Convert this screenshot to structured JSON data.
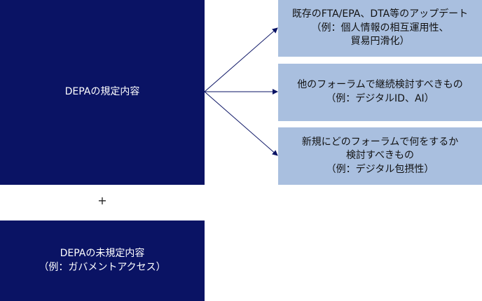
{
  "main_box": {
    "text": "DEPAの規定内容"
  },
  "plus_sign": "+",
  "sub_box": {
    "text": "DEPAの未規定内容\n（例：ガバメントアクセス）"
  },
  "right_boxes": [
    {
      "text": "既存のFTA/EPA、DTA等のアップデート\n（例：個人情報の相互運用性、\n貿易円滑化）"
    },
    {
      "text": "他のフォーラムで継続検討すべきもの\n（例：デジタルID、AI）"
    },
    {
      "text": "新規にどのフォーラムで何をするか\n検討すべきもの\n（例：デジタル包摂性）"
    }
  ],
  "colors": {
    "dark_box": "#0a1364",
    "light_box": "#a9bfdf",
    "arrow": "#0a1364"
  }
}
